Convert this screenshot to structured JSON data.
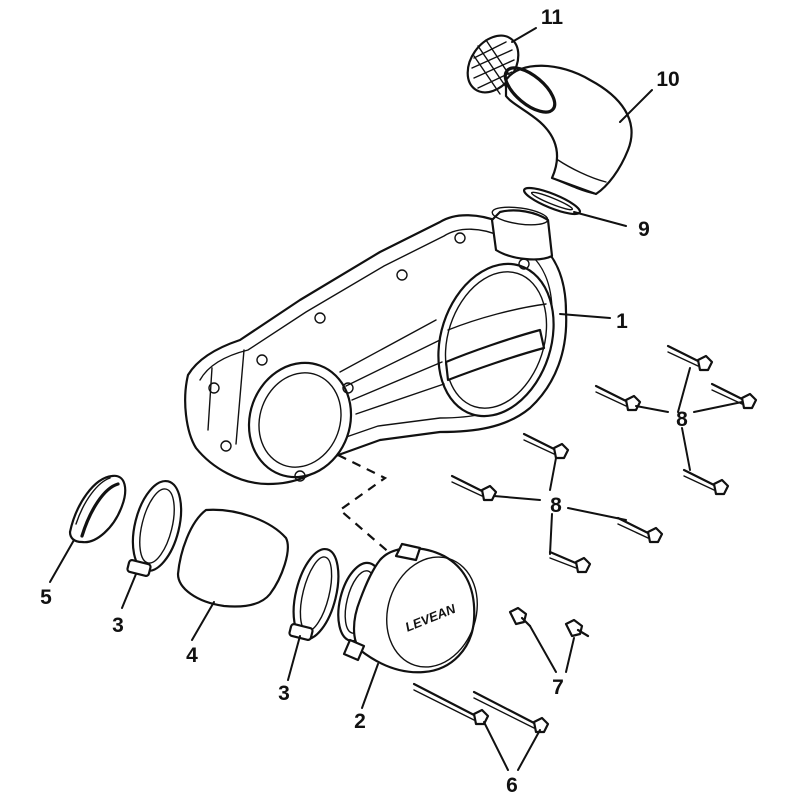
{
  "callouts": {
    "c1": "1",
    "c2": "2",
    "c3a": "3",
    "c3b": "3",
    "c4": "4",
    "c5": "5",
    "c6": "6",
    "c7": "7",
    "c8a": "8",
    "c8b": "8",
    "c9": "9",
    "c10": "10",
    "c11": "11"
  },
  "logo_text": "LEVEAN"
}
